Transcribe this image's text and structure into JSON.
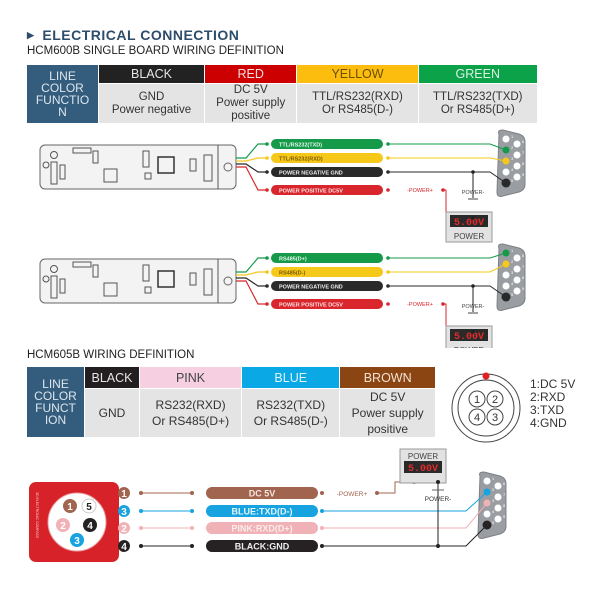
{
  "section_title": "ELECTRICAL CONNECTION",
  "hcm600b": {
    "title": "HCM600B SINGLE BOARD WIRING DEFINITION",
    "table": {
      "lead": "LINE COLOR FUNCTION",
      "columns": [
        {
          "color_name": "BLACK",
          "color": "#222222",
          "text_color": "#e6e6e6",
          "function_lines": [
            "GND",
            "Power negative"
          ]
        },
        {
          "color_name": "RED",
          "color": "#cc0000",
          "text_color": "#f4dede",
          "function_lines": [
            "DC 5V",
            "Power supply",
            "positive"
          ]
        },
        {
          "color_name": "YELLOW",
          "color": "#fdbd0f",
          "text_color": "#6b4e00",
          "function_lines": [
            "TTL/RS232(RXD)",
            "Or RS485(D-)"
          ]
        },
        {
          "color_name": "GREEN",
          "color": "#0ca24a",
          "text_color": "#d9f2e2",
          "function_lines": [
            "TTL/RS232(TXD)",
            "Or RS485(D+)"
          ]
        }
      ]
    },
    "diagrams": [
      {
        "wires": [
          {
            "label": "TTL/RS232(TXD)",
            "color": "#149a49",
            "text": "#e7f6ec",
            "db9_pin": 2
          },
          {
            "label": "TTL/RS232(RXD)",
            "color": "#f5c81a",
            "text": "#7a5a00",
            "db9_pin": 3
          },
          {
            "label": "POWER NEGATIVE GND",
            "color": "#2a2a2a",
            "text": "#eeeeee",
            "db9_pin": 5
          },
          {
            "label": "POWER POSITIVE DC5V",
            "color": "#d9262c",
            "text": "#fbe3e3",
            "db9_pin": null
          }
        ],
        "power_plus_label": "-POWER+",
        "power_minus_label": "POWER-",
        "supply_reading": "5.00V",
        "supply_label": "POWER"
      },
      {
        "wires": [
          {
            "label": "RS485(D+)",
            "color": "#149a49",
            "text": "#e7f6ec",
            "db9_pin": 1
          },
          {
            "label": "RS485(D-)",
            "color": "#f5c81a",
            "text": "#7a5a00",
            "db9_pin": 2
          },
          {
            "label": "POWER NEGATIVE GND",
            "color": "#2a2a2a",
            "text": "#eeeeee",
            "db9_pin": 5
          },
          {
            "label": "POWER POSITIVE DC5V",
            "color": "#d9262c",
            "text": "#fbe3e3",
            "db9_pin": null
          }
        ],
        "power_plus_label": "-POWER+",
        "power_minus_label": "POWER-",
        "supply_reading": "5.00V",
        "supply_label": "POWER"
      }
    ]
  },
  "hcm605b": {
    "title": "HCM605B WIRING DEFINITION",
    "table": {
      "lead": "LINE COLOR FUNCTION",
      "columns": [
        {
          "color_name": "BLACK",
          "color": "#231f20",
          "text_color": "#e6e6e6",
          "function_lines": [
            "GND"
          ]
        },
        {
          "color_name": "PINK",
          "color": "#f6cfe0",
          "text_color": "#444444",
          "function_lines": [
            "RS232(RXD)",
            "Or RS485(D+)"
          ]
        },
        {
          "color_name": "BLUE",
          "color": "#0aa9e6",
          "text_color": "#e2f4fc",
          "function_lines": [
            "RS232(TXD)",
            "Or RS485(D-)"
          ]
        },
        {
          "color_name": "BROWN",
          "color": "#8b4513",
          "text_color": "#f3e2d4",
          "function_lines": [
            "DC 5V",
            "Power supply",
            "positive"
          ]
        }
      ]
    },
    "connector_pins": [
      "1:DC 5V",
      "2:RXD",
      "3:TXD",
      "4:GND"
    ],
    "connector_face_numbers": [
      "1",
      "2",
      "4",
      "3"
    ],
    "device_label": "3D ELECTRONIC COMPASS",
    "device_pins": [
      "1",
      "5",
      "2",
      "4",
      "3"
    ],
    "wires": [
      {
        "pin": "1",
        "label": "DC 5V",
        "color": "#a0644f",
        "text": "#f7e6dd",
        "db9_pin": null
      },
      {
        "pin": "3",
        "label": "BLUE:TXD(D-)",
        "color": "#16a3e0",
        "text": "#e4f5fc",
        "db9_pin": 2
      },
      {
        "pin": "2",
        "label": "PINK:RXD(D+)",
        "color": "#f0b2b6",
        "text": "#fbecec",
        "db9_pin": 3
      },
      {
        "pin": "4",
        "label": "BLACK:GND",
        "color": "#262223",
        "text": "#eeeeee",
        "db9_pin": 5
      }
    ],
    "power_plus_label": "-POWER+",
    "power_minus_label": "POWER-",
    "supply_reading": "5.00V",
    "supply_label": "POWER"
  }
}
